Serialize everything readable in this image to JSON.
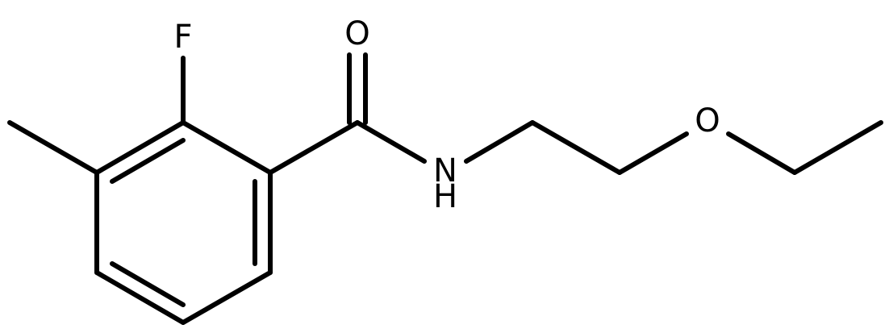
{
  "molecule": {
    "atoms": {
      "fluorine": "F",
      "carbonyl_oxygen": "O",
      "amide_nitrogen": "N",
      "amide_hydrogen": "H",
      "ether_oxygen": "O"
    },
    "colors": {
      "bond": "#000000",
      "label": "#000000",
      "background": "#ffffff"
    }
  }
}
